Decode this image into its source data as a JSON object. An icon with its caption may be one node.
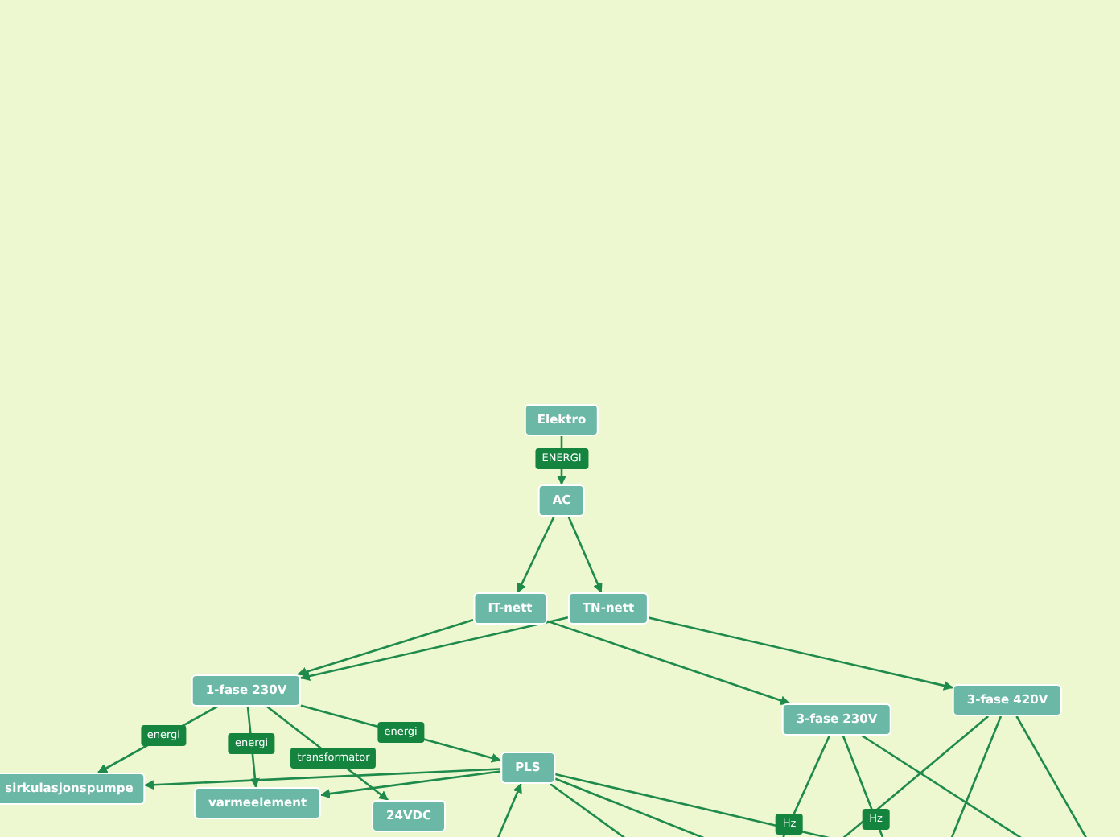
{
  "diagram": {
    "nodes": [
      {
        "text": [
          "Elektro"
        ]
      },
      {
        "text": [
          "AC"
        ]
      },
      {
        "text": [
          "IT-nett"
        ]
      },
      {
        "text": [
          "TN-nett"
        ]
      },
      {
        "text": [
          "1-fase 230V"
        ]
      },
      {
        "text": [
          "sirkulasjonspumpe"
        ]
      },
      {
        "text": [
          "varmeelement"
        ]
      },
      {
        "text": [
          "24VDC"
        ]
      },
      {
        "text": [
          "PLS"
        ]
      },
      {
        "text": [
          "3-fase 230V"
        ]
      },
      {
        "text": [
          "3-fase 420V"
        ]
      }
    ],
    "edges": [
      {
        "from": 0,
        "to": 1,
        "arrow": "to",
        "label": "ENERGI"
      },
      {
        "from": 1,
        "to": 2,
        "arrow": "to"
      },
      {
        "from": 1,
        "to": 3,
        "arrow": "to"
      },
      {
        "from": 2,
        "to": 4,
        "arrow": "to"
      },
      {
        "from": 3,
        "to": 4,
        "arrow": "to"
      },
      {
        "from": 2,
        "to": 9,
        "arrow": "to"
      },
      {
        "from": 3,
        "to": 10,
        "arrow": "to"
      },
      {
        "from": 4,
        "to": 5,
        "arrow": "to",
        "label": "energi"
      },
      {
        "from": 4,
        "to": 6,
        "arrow": "to",
        "label": "energi"
      },
      {
        "from": 4,
        "to": 7,
        "arrow": "to",
        "label": "transformator"
      },
      {
        "from": 4,
        "to": 8,
        "arrow": "to",
        "label": "energi"
      },
      {
        "from": 8,
        "to": 5,
        "arrow": "to"
      },
      {
        "from": 8,
        "to": 6,
        "arrow": "to"
      },
      {
        "from": null,
        "to": 8,
        "arrow": "to"
      },
      {
        "from": 8,
        "to": null,
        "arrow": "none"
      },
      {
        "from": 8,
        "to": null,
        "arrow": "none"
      },
      {
        "from": 8,
        "to": null,
        "arrow": "none"
      },
      {
        "from": 9,
        "to": null,
        "arrow": "none",
        "label": "Hz"
      },
      {
        "from": 9,
        "to": null,
        "arrow": "none",
        "label": "Hz"
      },
      {
        "from": 9,
        "to": null,
        "arrow": "none"
      },
      {
        "from": 10,
        "to": null,
        "arrow": "none"
      },
      {
        "from": 10,
        "to": null,
        "arrow": "none"
      },
      {
        "from": 10,
        "to": null,
        "arrow": "none"
      }
    ]
  }
}
